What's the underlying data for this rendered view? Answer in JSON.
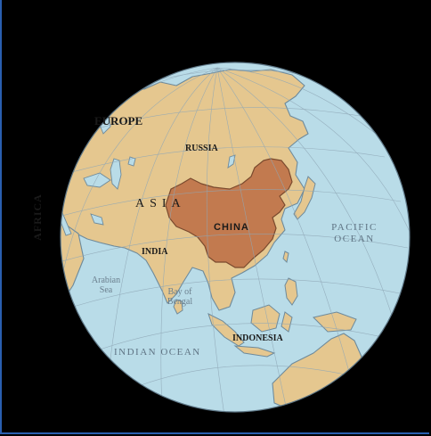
{
  "labels": {
    "europe": "EUROPE",
    "russia": "RUSSIA",
    "asia": "ASIA",
    "china": "CHINA",
    "africa": "AFRICA",
    "india": "INDIA",
    "arabian_sea": "Arabian Sea",
    "bay_of_bengal": "Bay of Bengal",
    "indonesia": "INDONESIA",
    "indian_ocean": "INDIAN OCEAN",
    "pacific_ocean": "PACIFIC OCEAN"
  },
  "colors": {
    "ocean": "#b9dce8",
    "land": "#e5c78f",
    "china": "#c27a4f",
    "coast": "#6e8a9b",
    "grid": "#8fa7b6"
  }
}
